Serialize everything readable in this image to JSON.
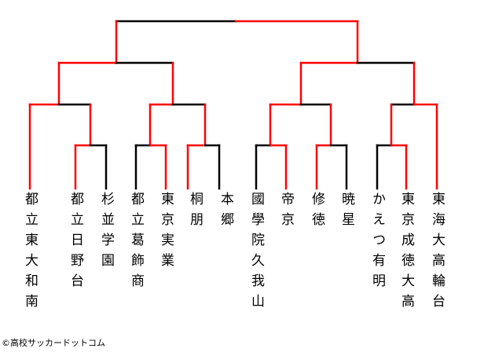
{
  "colors": {
    "winner": "#ff0000",
    "loser": "#000000"
  },
  "teams": [
    {
      "name": "都立東大和南"
    },
    {
      "name": "都立日野台"
    },
    {
      "name": "杉並学園"
    },
    {
      "name": "都立葛飾商"
    },
    {
      "name": "東京実業"
    },
    {
      "name": "桐朋"
    },
    {
      "name": "本郷"
    },
    {
      "name": "國學院久我山"
    },
    {
      "name": "帝京"
    },
    {
      "name": "修徳"
    },
    {
      "name": "暁星"
    },
    {
      "name": "かえつ有明"
    },
    {
      "name": "東京成徳大高"
    },
    {
      "name": "東海大高輪台"
    }
  ],
  "credit": "©高校サッカードットコム"
}
